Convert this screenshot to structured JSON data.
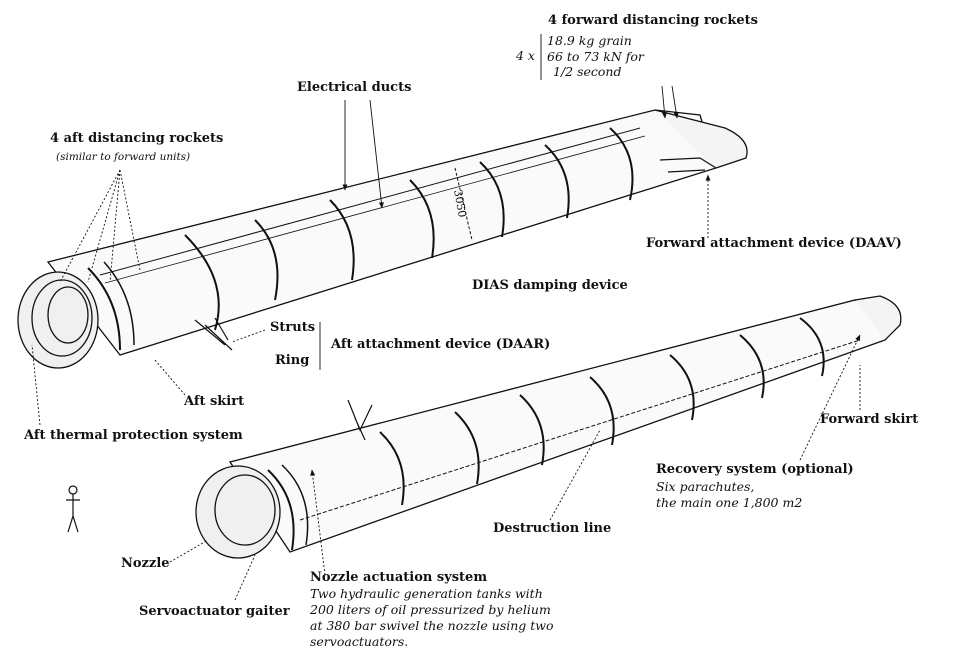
{
  "labels": {
    "fwd_rockets_title": "4 forward distancing rockets",
    "fwd_rockets_multiplier": "4 x",
    "fwd_rockets_spec_1": "18.9 kg grain",
    "fwd_rockets_spec_2": "66 to 73 kN for",
    "fwd_rockets_spec_3": "1/2 second",
    "electrical_ducts": "Electrical ducts",
    "aft_rockets_title": "4 aft distancing rockets",
    "aft_rockets_note": "(similar to forward units)",
    "diameter": "3050",
    "forward_attachment": "Forward attachment device (DAAV)",
    "dias_damping": "DIAS damping device",
    "struts": "Struts",
    "ring": "Ring",
    "aft_attachment": "Aft attachment device (DAAR)",
    "aft_skirt": "Aft skirt",
    "aft_thermal": "Aft thermal protection system",
    "forward_skirt": "Forward skirt",
    "recovery_title": "Recovery system (optional)",
    "recovery_line_1": "Six parachutes,",
    "recovery_line_2": "the main one 1,800 m2",
    "destruction_line": "Destruction line",
    "nozzle": "Nozzle",
    "nozzle_actuation_title": "Nozzle actuation system",
    "nozzle_actuation_1": "Two hydraulic generation tanks with",
    "nozzle_actuation_2": "200 liters of oil pressurized by helium",
    "nozzle_actuation_3": "at 380 bar swivel the nozzle using two",
    "nozzle_actuation_4": "servoactuators.",
    "servoactuator_gaiter": "Servoactuator gaiter"
  },
  "colors": {
    "ink": "#111111",
    "background": "#ffffff"
  }
}
